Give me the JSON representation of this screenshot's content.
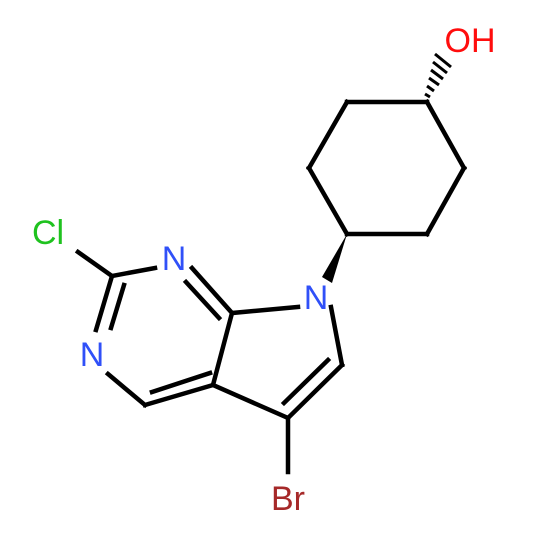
{
  "molecule": {
    "atoms": {
      "hydroxyl": "OH",
      "chlorine": "Cl",
      "nitrogen_pyrimidine_top": "N",
      "nitrogen_pyrimidine_left": "N",
      "nitrogen_pyrrole": "N",
      "bromine": "Br"
    },
    "colors": {
      "oxygen": "#ff0d0d",
      "chlorine": "#1fc21f",
      "nitrogen": "#3050f8",
      "bromine": "#a62929",
      "bond": "#000000"
    }
  }
}
